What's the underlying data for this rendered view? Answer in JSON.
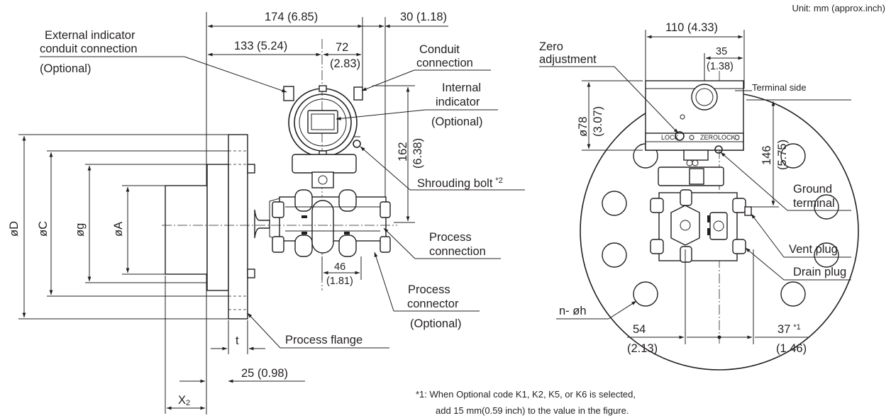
{
  "header": {
    "unit_note": "Unit: mm (approx.inch)"
  },
  "colors": {
    "line": "#231f20",
    "background": "#ffffff"
  },
  "side_view": {
    "dims": {
      "d174": "174 (6.85)",
      "d30": "30 (1.18)",
      "d133": "133 (5.24)",
      "d72": "72",
      "d72_in": "(2.83)",
      "d162": "162",
      "d162_in": "(6.38)",
      "d46": "46",
      "d46_in": "(1.81)",
      "d25": "25 (0.98)",
      "t": "t",
      "x": "X",
      "x_sub": "2",
      "phiD": "øD",
      "phiC": "øC",
      "phig": "øg",
      "phiA": "øA"
    },
    "callouts": {
      "ext_indicator_1": "External indicator",
      "ext_indicator_2": "conduit connection",
      "ext_indicator_3": "(Optional)",
      "conduit_1": "Conduit",
      "conduit_2": "connection",
      "internal_1": "Internal",
      "internal_2": "indicator",
      "internal_3": "(Optional)",
      "shrouding": "Shrouding bolt",
      "shrouding_note": "*2",
      "process_conn_1": "Process",
      "process_conn_2": "connection",
      "process_connector_1": "Process",
      "process_connector_2": "connector",
      "process_connector_3": "(Optional)",
      "process_flange": "Process flange"
    }
  },
  "front_view": {
    "dims": {
      "d110": "110 (4.33)",
      "d35": "35",
      "d35_in": "(1.38)",
      "d78": "ø78",
      "d78_in": "(3.07)",
      "d146": "146",
      "d146_in": "(5.75)",
      "d54": "54",
      "d54_in": "(2.13)",
      "d37": "37",
      "d37_note": "*1",
      "d37_in": "(1.46)",
      "nh": "n- øh"
    },
    "callouts": {
      "zero_1": "Zero",
      "zero_2": "adjustment",
      "terminal_side": "Terminal side",
      "ground_1": "Ground",
      "ground_2": "terminal",
      "vent_plug": "Vent plug",
      "drain_plug": "Drain plug"
    },
    "engraving": {
      "lock": "LOCK",
      "zero": "ZERO"
    }
  },
  "footnote": {
    "line1": "*1:  When Optional code K1, K2, K5, or K6 is selected,",
    "line2": "add 15 mm(0.59 inch) to the value in the figure."
  }
}
